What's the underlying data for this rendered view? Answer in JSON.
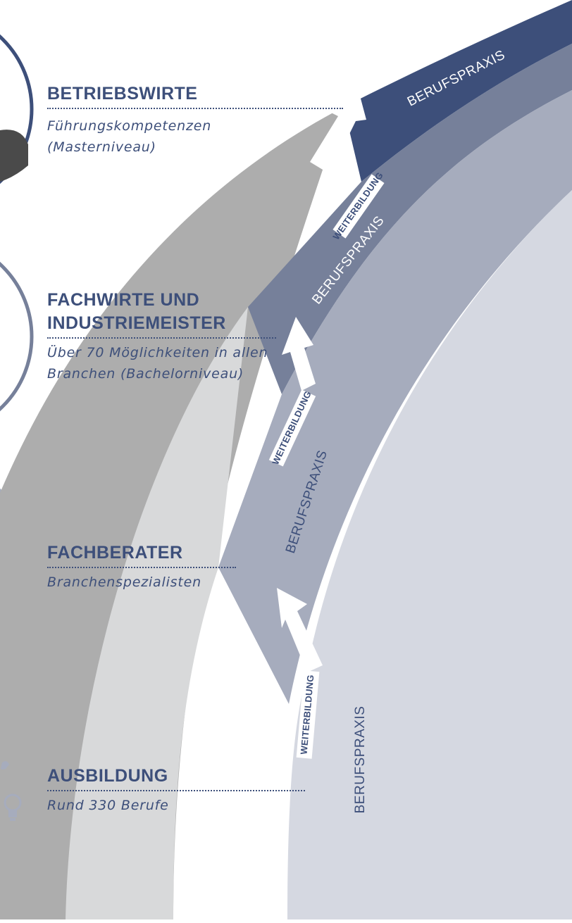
{
  "colors": {
    "navy": "#3d4f7a",
    "slate": "#76809a",
    "steel": "#a6acbd",
    "pale": "#d5d8e1",
    "gray": "#adadad",
    "lightgray": "#d8d9da",
    "white": "#ffffff"
  },
  "levels": [
    {
      "title_lines": [
        "BETRIEBSWIRTE"
      ],
      "subtitle_lines": [
        "Führungskompetenzen",
        "(Masterniveau)"
      ]
    },
    {
      "title_lines": [
        "FACHWIRTE UND",
        "INDUSTRIEMEISTER"
      ],
      "subtitle_lines": [
        "Über 70 Möglichkeiten in allen",
        "Branchen (Bachelorniveau)"
      ]
    },
    {
      "title_lines": [
        "FACHBERATER"
      ],
      "subtitle_lines": [
        "Branchenspezialisten"
      ]
    },
    {
      "title_lines": [
        "AUSBILDUNG"
      ],
      "subtitle_lines": [
        "Rund 330 Berufe"
      ]
    }
  ],
  "band_labels": [
    "BERUFSPRAXIS",
    "BERUFSPRAXIS",
    "BERUFSPRAXIS",
    "BERUFSPRAXIS"
  ],
  "arrow_labels": [
    "WEITERBILDUNG",
    "WEITERBILDUNG",
    "WEITERBILDUNG"
  ],
  "icons": [
    "wrench-icon",
    "lightbulb-icon"
  ]
}
